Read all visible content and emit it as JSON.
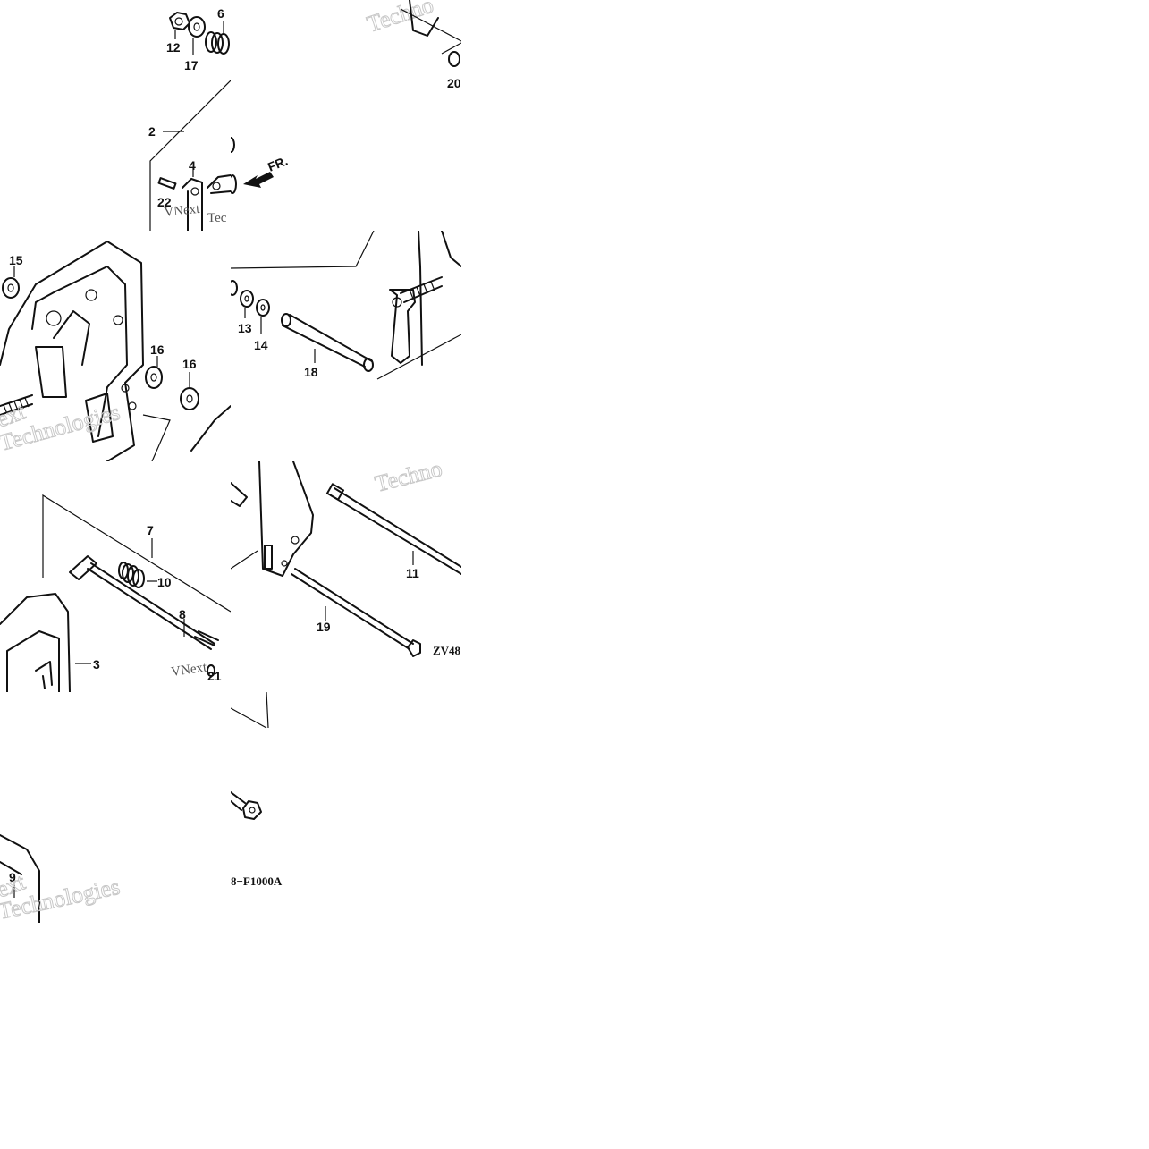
{
  "parts_labels": {
    "p2": "2",
    "p3": "3",
    "p4": "4",
    "p6": "6",
    "p7": "7",
    "p8": "8",
    "p9": "9",
    "p10": "10",
    "p11": "11",
    "p12": "12",
    "p13": "13",
    "p14": "14",
    "p15": "15",
    "p16a": "16",
    "p16b": "16",
    "p17": "17",
    "p18": "18",
    "p19": "19",
    "p20": "20",
    "p21": "21",
    "p22": "22"
  },
  "front_arrow": {
    "label": "FR."
  },
  "diagram_code": {
    "fragment_a": "ZV48",
    "fragment_b": "8−F1000A"
  },
  "watermark": {
    "techno": "Techno",
    "vnext": "VNext",
    "tec": "Tec",
    "technologies": "Technologies",
    "ext": "ext"
  },
  "colors": {
    "ink": "#111111",
    "background": "#ffffff",
    "watermark": "#c8c8c8"
  }
}
